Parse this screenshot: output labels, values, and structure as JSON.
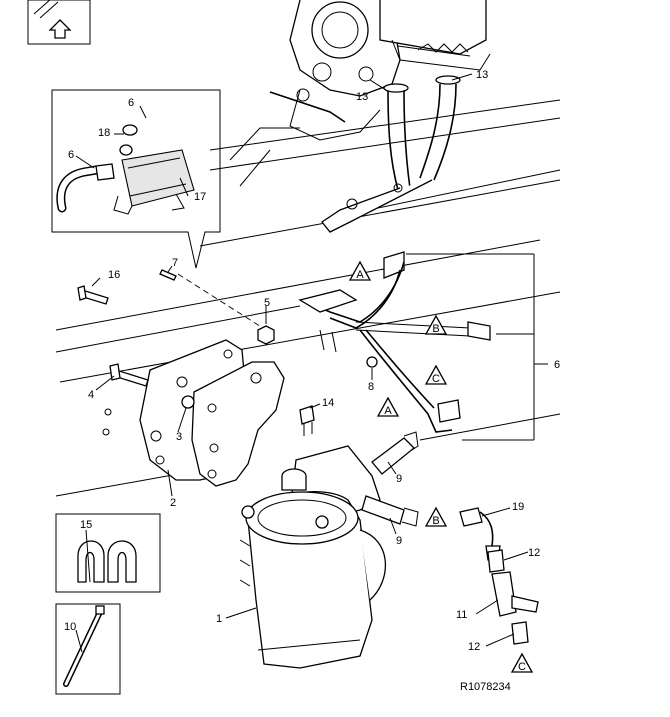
{
  "diagram": {
    "figure_id": "R1078234",
    "callouts": [
      {
        "id": "c1",
        "text": "1"
      },
      {
        "id": "c2",
        "text": "2"
      },
      {
        "id": "c3",
        "text": "3"
      },
      {
        "id": "c4",
        "text": "4"
      },
      {
        "id": "c5",
        "text": "5"
      },
      {
        "id": "c6",
        "text": "6"
      },
      {
        "id": "c6a",
        "text": "6"
      },
      {
        "id": "c6b",
        "text": "6"
      },
      {
        "id": "c7",
        "text": "7"
      },
      {
        "id": "c8",
        "text": "8"
      },
      {
        "id": "c9a",
        "text": "9"
      },
      {
        "id": "c9b",
        "text": "9"
      },
      {
        "id": "c10",
        "text": "10"
      },
      {
        "id": "c11",
        "text": "11"
      },
      {
        "id": "c12a",
        "text": "12"
      },
      {
        "id": "c12b",
        "text": "12"
      },
      {
        "id": "c13a",
        "text": "13"
      },
      {
        "id": "c13b",
        "text": "13"
      },
      {
        "id": "c14",
        "text": "14"
      },
      {
        "id": "c15",
        "text": "15"
      },
      {
        "id": "c16",
        "text": "16"
      },
      {
        "id": "c17",
        "text": "17"
      },
      {
        "id": "c18",
        "text": "18"
      },
      {
        "id": "c19",
        "text": "19"
      }
    ],
    "markers": [
      {
        "id": "mA1",
        "text": "A"
      },
      {
        "id": "mA2",
        "text": "A"
      },
      {
        "id": "mB1",
        "text": "B"
      },
      {
        "id": "mB2",
        "text": "B"
      },
      {
        "id": "mC1",
        "text": "C"
      },
      {
        "id": "mC2",
        "text": "C"
      }
    ]
  }
}
